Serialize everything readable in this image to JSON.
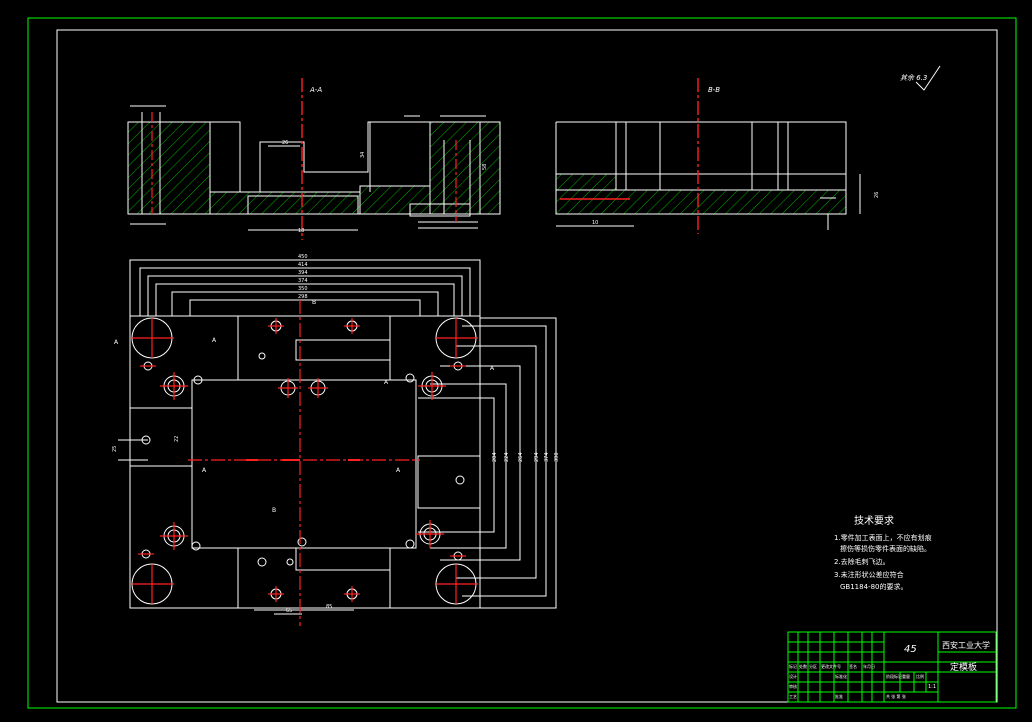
{
  "sheet": {
    "section_aa": "A-A",
    "section_bb": "B-B",
    "roughness_note": "其余 6.3",
    "view_markers": [
      "A",
      "A",
      "A",
      "A",
      "A",
      "A",
      "B",
      "B"
    ]
  },
  "dimensions": {
    "plan_top": [
      "450",
      "414",
      "394",
      "374",
      "350",
      "298"
    ],
    "plan_right": [
      "204",
      "224",
      "264",
      "294",
      "374",
      "390"
    ],
    "plan_bottom": [
      "65",
      "85"
    ],
    "plan_left": [
      "25",
      "22"
    ],
    "section": [
      "34",
      "58",
      "26",
      "18",
      "10",
      "26"
    ]
  },
  "tech_requirements": {
    "title": "技术要求",
    "lines": [
      "1.零件加工表面上，不应有划痕",
      "擦伤等损伤零件表面的缺陷。",
      "2.去除毛刺飞边。",
      "3.未注形状公差应符合",
      "GB1184-80的要求。"
    ]
  },
  "title_block": {
    "material": "45",
    "company": "西安工业大学",
    "part_name": "定模板",
    "scale": "1:1",
    "labels": [
      "标记",
      "处数",
      "分区",
      "更改文件号",
      "签名",
      "年月日",
      "设计",
      "标准化",
      "阶段标记",
      "重量",
      "比例",
      "审核",
      "工艺",
      "批准",
      "共 张 第 张"
    ]
  },
  "colors": {
    "frame": "#00ff00",
    "outline": "#ffffff",
    "center": "#ff2020",
    "hatch": "#00b000",
    "text": "#ffffff"
  }
}
